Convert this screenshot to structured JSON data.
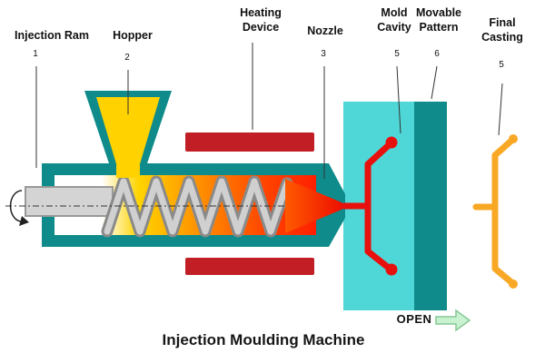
{
  "title": "Injection Moulding Machine",
  "labels": {
    "injection_ram": {
      "text": "Injection Ram",
      "number": "1"
    },
    "hopper": {
      "text": "Hopper",
      "number": "2"
    },
    "heating_device": {
      "text": "Heating\nDevice"
    },
    "nozzle": {
      "text": "Nozzle",
      "number": "3"
    },
    "mold_cavity": {
      "text": "Mold\nCavity",
      "number": "5"
    },
    "movable_pattern": {
      "text": "Movable\nPattern",
      "number": "6"
    },
    "final_casting": {
      "text": "Final\nCasting",
      "number": "5"
    }
  },
  "annotations": {
    "open_label": "OPEN"
  },
  "colors": {
    "teal": "#0f8b8b",
    "mold_cyan": "#4fd6d6",
    "hopper_yellow": "#ffd200",
    "heater_red": "#c21e25",
    "cavity_red": "#e8100c",
    "casting_orange": "#f9a825",
    "open_arrow_green": "#c9f2d0",
    "screw_gray": "#d0d0d0"
  }
}
